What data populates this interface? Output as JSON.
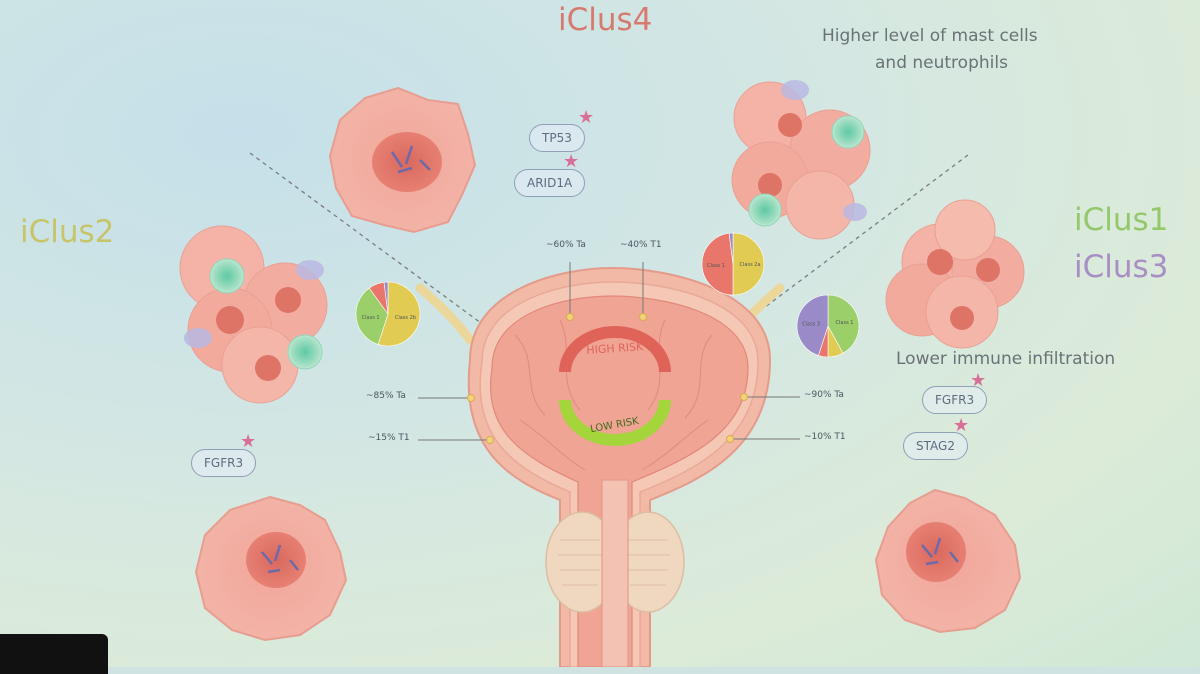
{
  "clusters": {
    "iclus4": {
      "label": "iClus4",
      "color": "#d77a6e"
    },
    "iclus2": {
      "label": "iClus2",
      "color": "#c8c46a"
    },
    "iclus1": {
      "label": "iClus1",
      "color": "#93c86b"
    },
    "iclus3": {
      "label": "iClus3",
      "color": "#a78fc5"
    }
  },
  "notes": {
    "mast_cells_line1": "Higher level of mast cells",
    "mast_cells_line2": "and neutrophils",
    "immune": "Lower immune infiltration"
  },
  "genes": {
    "tp53": "TP53",
    "arid1a": "ARID1A",
    "fgfr3_left": "FGFR3",
    "fgfr3_right": "FGFR3",
    "stag2": "STAG2"
  },
  "stage_labels": {
    "top_ta": "~60% Ta",
    "top_t1": "~40% T1",
    "left_ta": "~85% Ta",
    "left_t1": "~15% T1",
    "right_ta": "~90% Ta",
    "right_t1": "~10% T1"
  },
  "risk": {
    "high": "HIGH RISK",
    "low": "LOW RISK",
    "high_color": "#e0635a",
    "low_color": "#a4d63c"
  },
  "chart_data": [
    {
      "type": "pie",
      "position_word": "left",
      "slices": [
        {
          "label": "Class 2b",
          "value": 55,
          "color": "#e2cb52"
        },
        {
          "label": "Class 1",
          "value": 35,
          "color": "#9bcf6a"
        },
        {
          "label": "",
          "value": 8,
          "color": "#e8766a"
        },
        {
          "label": "",
          "value": 2,
          "color": "#9a8bc8"
        }
      ]
    },
    {
      "type": "pie",
      "position_word": "top-right",
      "slices": [
        {
          "label": "Class 2a",
          "value": 50,
          "color": "#e2cb52"
        },
        {
          "label": "Class 1",
          "value": 48,
          "color": "#e8766a"
        },
        {
          "label": "",
          "value": 2,
          "color": "#9a8bc8"
        }
      ]
    },
    {
      "type": "pie",
      "position_word": "right",
      "slices": [
        {
          "label": "Class 1",
          "value": 42,
          "color": "#9bcf6a"
        },
        {
          "label": "",
          "value": 8,
          "color": "#e2cb52"
        },
        {
          "label": "",
          "value": 5,
          "color": "#e8766a"
        },
        {
          "label": "Class 3",
          "value": 45,
          "color": "#9a8bc8"
        }
      ]
    }
  ]
}
